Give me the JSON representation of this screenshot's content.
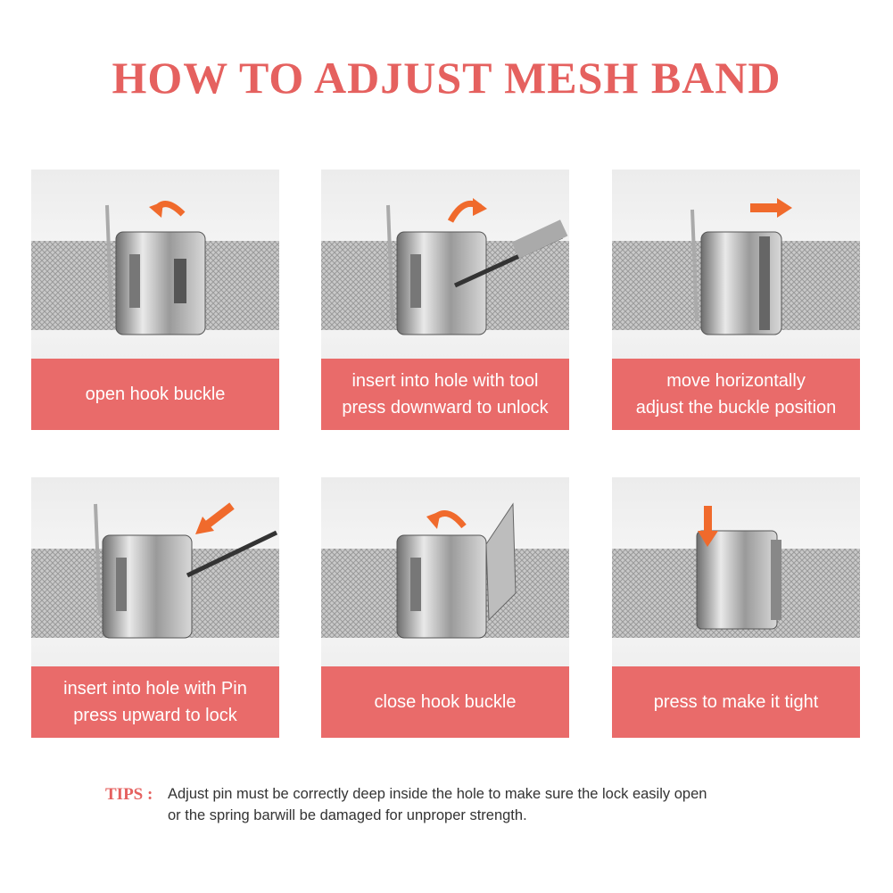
{
  "title": "HOW TO ADJUST MESH BAND",
  "colors": {
    "accent": "#e5615f",
    "caption_bg": "#e96b6a",
    "arrow": "#f06a2c"
  },
  "steps": [
    {
      "lines": [
        "open hook buckle"
      ],
      "arrow": "curve-left-icon"
    },
    {
      "lines": [
        "insert into hole with tool",
        "press downward to unlock"
      ],
      "arrow": "curve-right-icon"
    },
    {
      "lines": [
        "move horizontally",
        "adjust the buckle position"
      ],
      "arrow": "arrow-right-icon"
    },
    {
      "lines": [
        "insert into hole with Pin",
        "press upward to lock"
      ],
      "arrow": "arrow-down-left-icon"
    },
    {
      "lines": [
        "close hook buckle"
      ],
      "arrow": "curve-left-icon"
    },
    {
      "lines": [
        "press to make it tight"
      ],
      "arrow": "arrow-down-icon"
    }
  ],
  "tips": {
    "label": "TIPS :",
    "line1": "Adjust pin must be correctly deep inside the hole to  make sure the lock easily open",
    "line2": "or the spring barwill be damaged for unproper strength."
  }
}
